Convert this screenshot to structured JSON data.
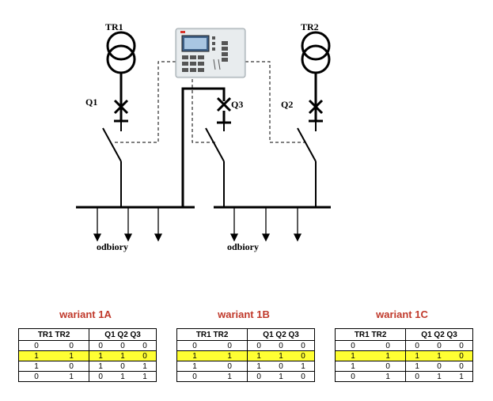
{
  "diagram": {
    "transformer_left": "TR1",
    "transformer_right": "TR2",
    "breaker_q1": "Q1",
    "breaker_q2": "Q2",
    "breaker_q3": "Q3",
    "loads_left": "odbiory",
    "loads_right": "odbiory"
  },
  "variants": [
    {
      "title": "wariant 1A",
      "header_left": "TR1 TR2",
      "header_right": "Q1 Q2 Q3",
      "rows": [
        {
          "tr": [
            "0",
            "0"
          ],
          "q": [
            "0",
            "0",
            "0"
          ],
          "highlight": false
        },
        {
          "tr": [
            "1",
            "1"
          ],
          "q": [
            "1",
            "1",
            "0"
          ],
          "highlight": true
        },
        {
          "tr": [
            "1",
            "0"
          ],
          "q": [
            "1",
            "0",
            "1"
          ],
          "highlight": false
        },
        {
          "tr": [
            "0",
            "1"
          ],
          "q": [
            "0",
            "1",
            "1"
          ],
          "highlight": false
        }
      ]
    },
    {
      "title": "wariant 1B",
      "header_left": "TR1 TR2",
      "header_right": "Q1 Q2 Q3",
      "rows": [
        {
          "tr": [
            "0",
            "0"
          ],
          "q": [
            "0",
            "0",
            "0"
          ],
          "highlight": false
        },
        {
          "tr": [
            "1",
            "1"
          ],
          "q": [
            "1",
            "1",
            "0"
          ],
          "highlight": true
        },
        {
          "tr": [
            "1",
            "0"
          ],
          "q": [
            "1",
            "0",
            "1"
          ],
          "highlight": false
        },
        {
          "tr": [
            "0",
            "1"
          ],
          "q": [
            "0",
            "1",
            "0"
          ],
          "highlight": false
        }
      ]
    },
    {
      "title": "wariant 1C",
      "header_left": "TR1 TR2",
      "header_right": "Q1 Q2 Q3",
      "rows": [
        {
          "tr": [
            "0",
            "0"
          ],
          "q": [
            "0",
            "0",
            "0"
          ],
          "highlight": false
        },
        {
          "tr": [
            "1",
            "1"
          ],
          "q": [
            "1",
            "1",
            "0"
          ],
          "highlight": true
        },
        {
          "tr": [
            "1",
            "0"
          ],
          "q": [
            "1",
            "0",
            "0"
          ],
          "highlight": false
        },
        {
          "tr": [
            "0",
            "1"
          ],
          "q": [
            "0",
            "1",
            "1"
          ],
          "highlight": false
        }
      ]
    }
  ],
  "colors": {
    "variant_title": "#c0392b",
    "highlight_row": "#ffff33"
  }
}
